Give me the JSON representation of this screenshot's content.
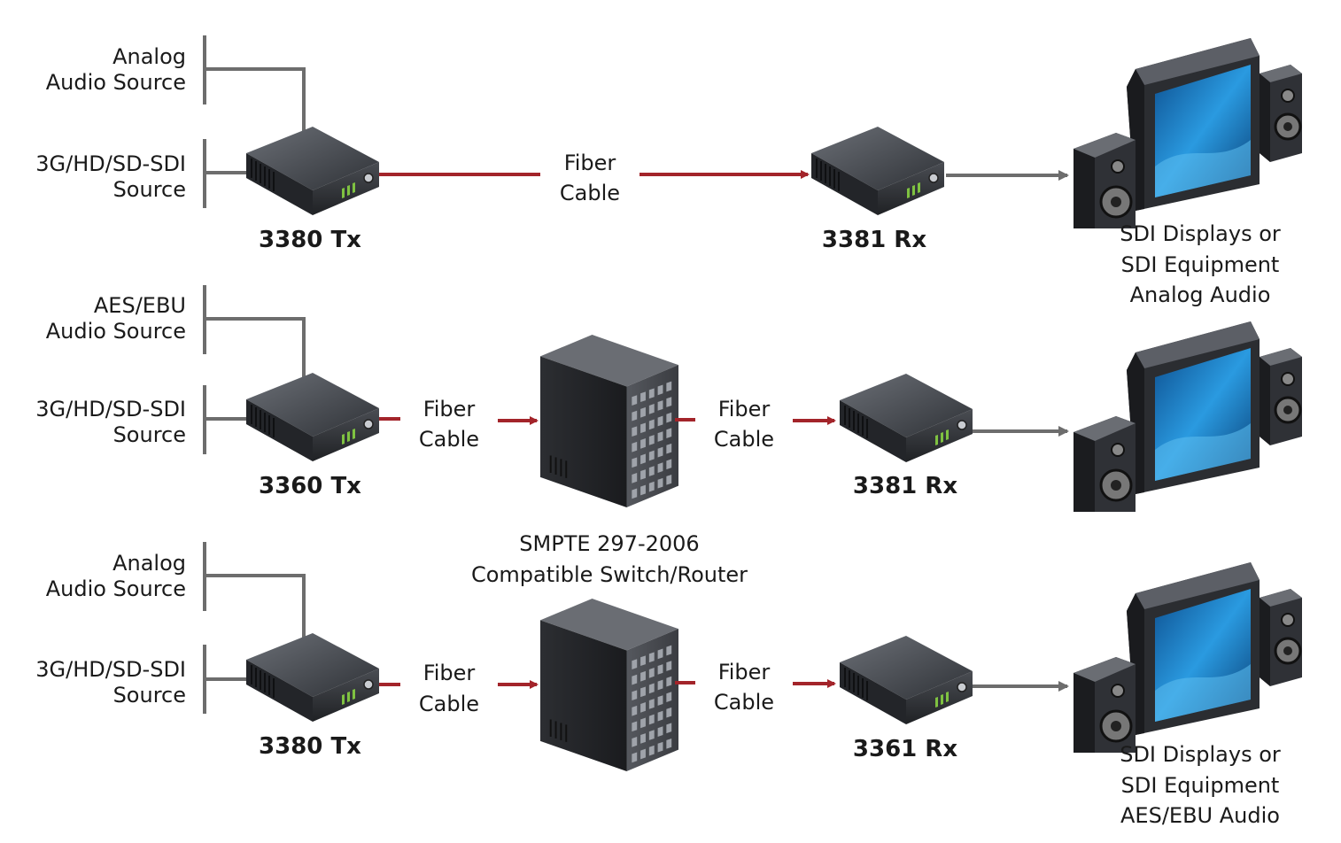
{
  "colors": {
    "fiber_red": "#a3242a",
    "wire_gray": "#6d6d6d",
    "device_body": "#3a3d42",
    "led_green": "#7fc241",
    "screen_blue": "#1f86c8"
  },
  "rows": [
    {
      "audio_source": [
        "Analog",
        "Audio Source"
      ],
      "sdi_source": [
        "3G/HD/SD-SDI",
        "Source"
      ],
      "tx_label": "3380  Tx",
      "fiber_label": [
        "Fiber",
        "Cable"
      ],
      "rx_label": "3381  Rx",
      "display_label": [
        "SDI Displays or",
        "SDI Equipment",
        "Analog Audio"
      ]
    },
    {
      "audio_source": [
        "AES/EBU",
        "Audio Source"
      ],
      "sdi_source": [
        "3G/HD/SD-SDI",
        "Source"
      ],
      "tx_label": "3360  Tx",
      "fiber_label_in": [
        "Fiber",
        "Cable"
      ],
      "fiber_label_out": [
        "Fiber",
        "Cable"
      ],
      "rx_label": "3381  Rx"
    },
    {
      "audio_source": [
        "Analog",
        "Audio Source"
      ],
      "sdi_source": [
        "3G/HD/SD-SDI",
        "Source"
      ],
      "tx_label": "3380  Tx",
      "fiber_label_in": [
        "Fiber",
        "Cable"
      ],
      "fiber_label_out": [
        "Fiber",
        "Cable"
      ],
      "rx_label": "3361  Rx",
      "display_label": [
        "SDI Displays or",
        "SDI Equipment",
        "AES/EBU Audio"
      ]
    }
  ],
  "switch_label": [
    "SMPTE 297-2006",
    "Compatible Switch/Router"
  ],
  "icons": [
    "transmitter-icon",
    "receiver-icon",
    "switch-router-icon",
    "display-with-speakers-icon"
  ]
}
